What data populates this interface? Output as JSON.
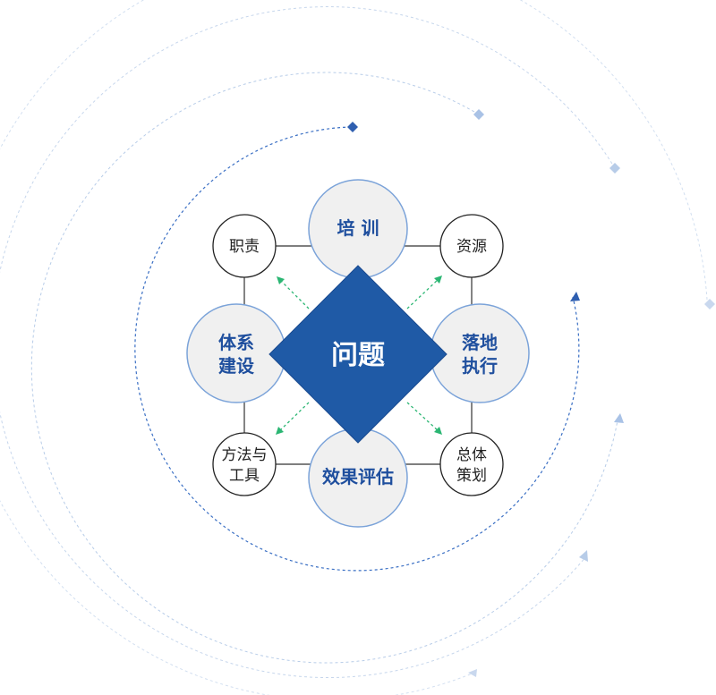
{
  "center": {
    "label": "问题"
  },
  "main_nodes": [
    {
      "id": "training",
      "lines": [
        "培 训"
      ]
    },
    {
      "id": "system",
      "lines": [
        "体系",
        "建设"
      ]
    },
    {
      "id": "execution",
      "lines": [
        "落地",
        "执行"
      ]
    },
    {
      "id": "evaluation",
      "lines": [
        "效果评估"
      ]
    }
  ],
  "corner_nodes": [
    {
      "id": "duties",
      "lines": [
        "职责"
      ]
    },
    {
      "id": "resources",
      "lines": [
        "资源"
      ]
    },
    {
      "id": "methods",
      "lines": [
        "方法与",
        "工具"
      ]
    },
    {
      "id": "planning",
      "lines": [
        "总体",
        "策划"
      ]
    }
  ],
  "colors": {
    "center_fill": "#1f5aa6",
    "main_fill": "#f0f0f0",
    "main_stroke": "#7ba3d9",
    "main_text": "#1f4f9e",
    "corner_stroke": "#222222",
    "arc_dark": "#3a6fc4",
    "arc_light": "#b7cce8",
    "arrow_green": "#2bb673"
  }
}
